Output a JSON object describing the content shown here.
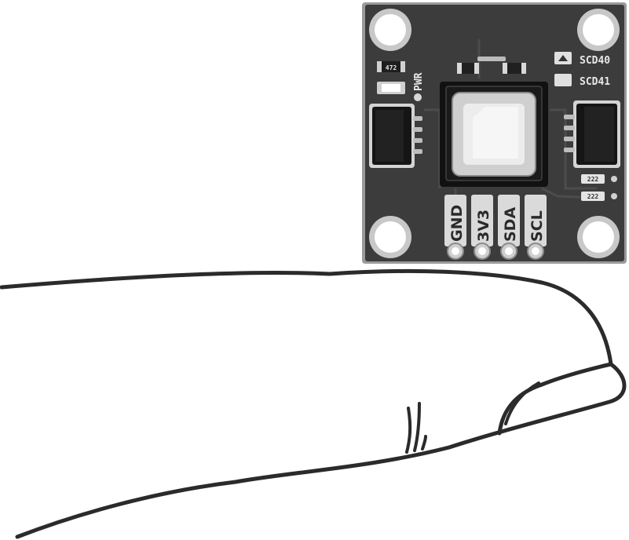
{
  "board": {
    "silkscreen": {
      "power_label": "PWR",
      "variant_top": "SCD40",
      "variant_bottom": "SCD41",
      "resistor_mark": "472",
      "cap_mark_1": "222",
      "cap_mark_2": "222"
    },
    "pins": [
      {
        "label": "GND"
      },
      {
        "label": "3V3"
      },
      {
        "label": "SDA"
      },
      {
        "label": "SCL"
      }
    ]
  },
  "colors": {
    "pcb": "#3a3a3a",
    "pcb_edge": "#9a9a9a",
    "silkscreen": "#e8e8e8",
    "outline": "#2b2b2b"
  }
}
